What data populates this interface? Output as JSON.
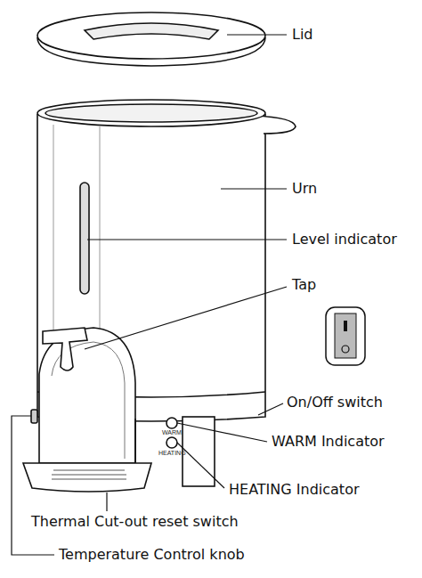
{
  "diagram": {
    "labels": [
      "Lid",
      "Urn",
      "Level indicator",
      "Tap",
      "On/Off switch",
      "WARM Indicator",
      "HEATING Indicator",
      "Thermal Cut-out reset switch",
      "Temperature Control knob",
      "WARM",
      "HEATING"
    ]
  }
}
